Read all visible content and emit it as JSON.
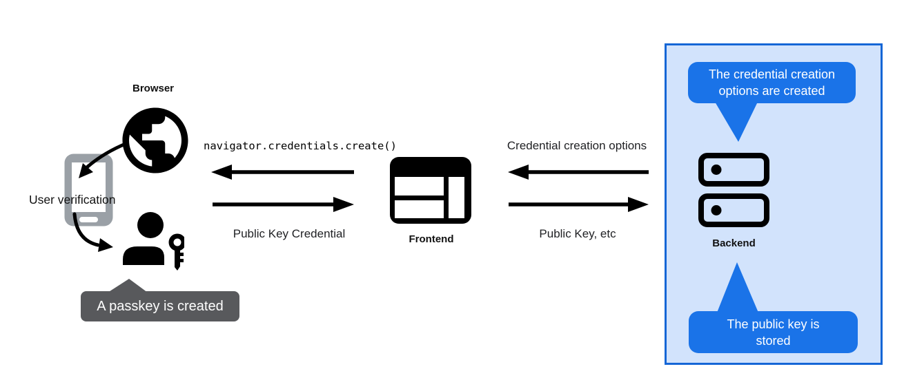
{
  "nodes": {
    "browser": {
      "label": "Browser"
    },
    "user_verification": {
      "label": "User verification"
    },
    "frontend": {
      "label": "Frontend"
    },
    "backend": {
      "label": "Backend"
    }
  },
  "arrows": {
    "create_call": {
      "label": "navigator.credentials.create()",
      "direction": "left",
      "from": "Frontend",
      "to": "Browser"
    },
    "public_key_credential": {
      "label": "Public Key Credential",
      "direction": "right",
      "from": "Browser",
      "to": "Frontend"
    },
    "credential_creation_options": {
      "label": "Credential creation options",
      "direction": "left",
      "from": "Backend",
      "to": "Frontend"
    },
    "public_key_etc": {
      "label": "Public Key, etc",
      "direction": "right",
      "from": "Frontend",
      "to": "Backend"
    }
  },
  "callouts": {
    "passkey_created": {
      "text": "A passkey is created"
    },
    "options_created": {
      "text": "The credential creation options are created"
    },
    "public_key_stored": {
      "text": "The public key is stored"
    }
  },
  "icons": {
    "globe": "globe-icon",
    "phone": "phone-icon",
    "person_with_key": "person-key-icon",
    "browser_window": "browser-window-icon",
    "server_stack": "server-stack-icon"
  },
  "colors": {
    "accent_blue": "#1a73e8",
    "box_fill": "#d2e3fc",
    "box_border": "#1566d6",
    "tooltip_gray": "#58595c",
    "phone_gray": "#9aa0a6",
    "ink": "#000000"
  }
}
